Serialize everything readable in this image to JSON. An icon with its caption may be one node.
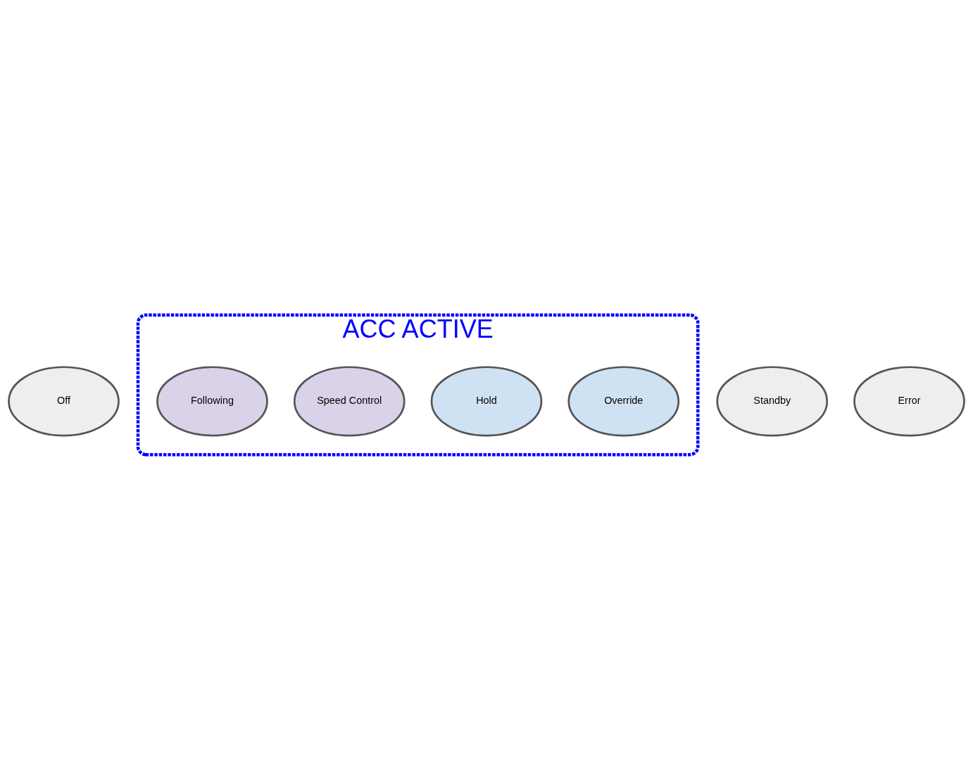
{
  "diagram": {
    "nodes": [
      {
        "text": [
          "Off"
        ]
      },
      {
        "text": [
          "ACC ACTIVE"
        ]
      },
      {
        "text": [
          "Override"
        ],
        "in": 1
      },
      {
        "text": [
          "Hold"
        ],
        "in": 1
      },
      {
        "text": [
          "Standby"
        ]
      },
      {
        "text": [
          "Speed Control"
        ],
        "in": 1
      },
      {
        "text": [
          "Following"
        ],
        "in": 1
      },
      {
        "text": [
          "Error"
        ]
      }
    ]
  }
}
